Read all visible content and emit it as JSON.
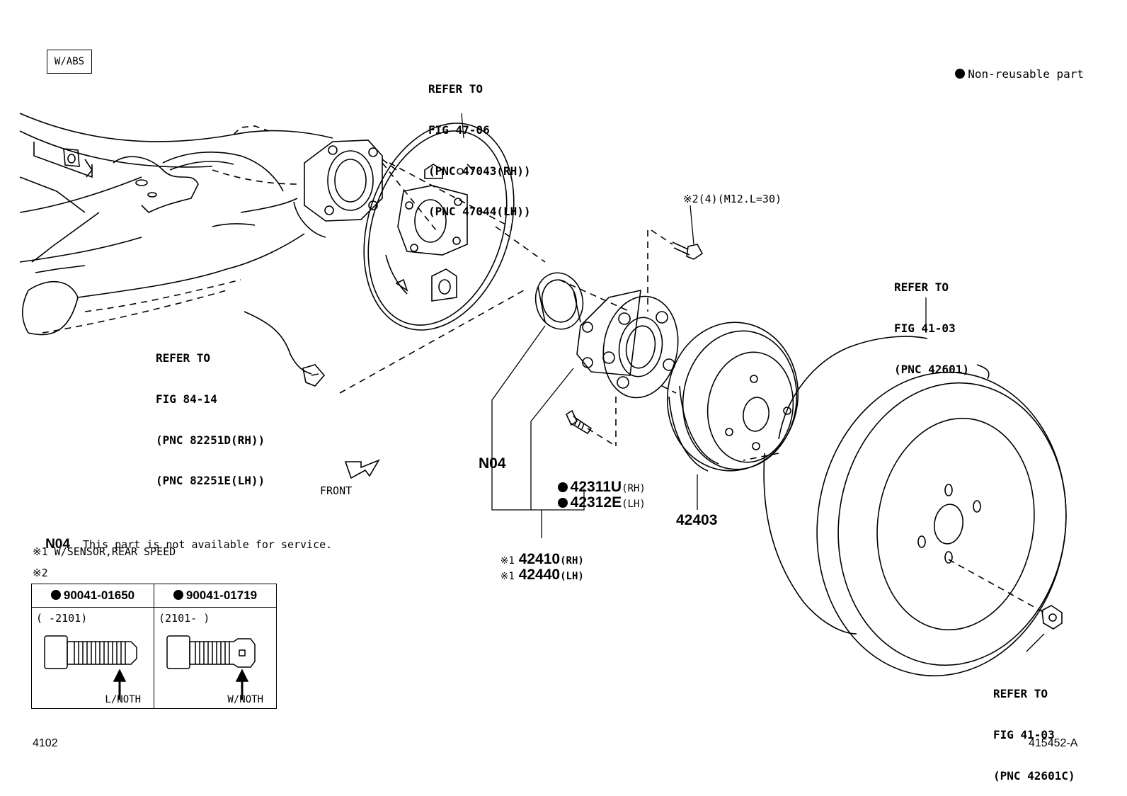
{
  "header": {
    "variant_box": "W/ABS",
    "legend_text": "Non-reusable part"
  },
  "refs": {
    "backing_plate": [
      "REFER TO",
      "FIG 47-06",
      "(PNC 47043(RH))",
      "(PNC 47044(LH))"
    ],
    "speed_sensor": [
      "REFER TO",
      "FIG 84-14",
      "(PNC 82251D(RH))",
      "(PNC 82251E(LH))"
    ],
    "wheel": [
      "REFER TO",
      "FIG 41-03",
      "(PNC 42601)"
    ],
    "hub_nut": [
      "REFER TO",
      "FIG 41-03",
      "(PNC 42601C)"
    ]
  },
  "parts": {
    "bolt_spec": "※2(4)(M12.L=30)",
    "n04": "N04",
    "hub_bolt_rh": "42311U",
    "hub_bolt_rh_side": "(RH)",
    "hub_bolt_lh": "42312E",
    "hub_bolt_lh_side": "(LH)",
    "hub_rh_mark": "※1",
    "hub_rh": "42410",
    "hub_rh_side": "(RH)",
    "hub_lh_mark": "※1",
    "hub_lh": "42440",
    "hub_lh_side": "(LH)",
    "drum": "42403",
    "front_label": "FRONT"
  },
  "notes": {
    "n04_code": "N04",
    "n04_text": "This part is not available for service.",
    "note1": "※1 W/SENSOR,REAR SPEED",
    "note2": "※2"
  },
  "bolt_table": {
    "col1_part": "90041-01650",
    "col1_range": "(     -2101)",
    "col1_caption": "L/NOTH",
    "col2_part": "90041-01719",
    "col2_range": "(2101-     )",
    "col2_caption": "W/NOTH"
  },
  "footer": {
    "left_code": "4102",
    "right_code": "415452-A"
  }
}
